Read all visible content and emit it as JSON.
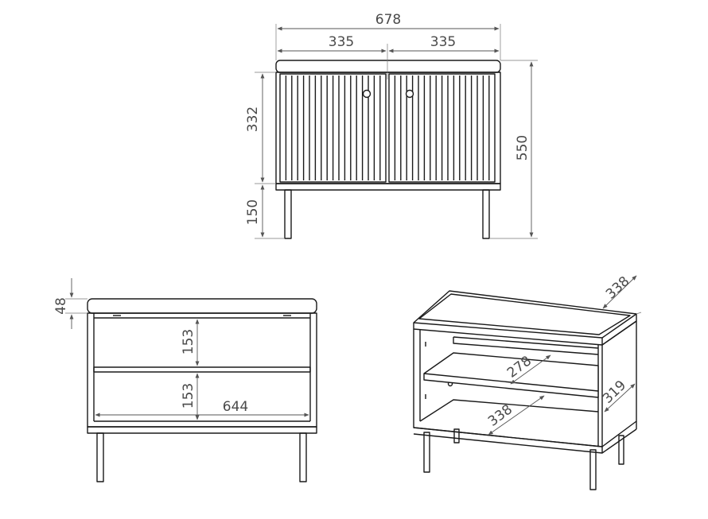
{
  "front_view": {
    "overall_width": "678",
    "left_door_width": "335",
    "right_door_width": "335",
    "body_height": "332",
    "total_height": "550",
    "leg_height": "150"
  },
  "interior_view": {
    "top_thickness": "48",
    "upper_shelf_height": "153",
    "lower_shelf_height": "153",
    "inner_width": "644"
  },
  "iso_view": {
    "top_depth": "338",
    "shelf_depth": "278",
    "side_depth": "319",
    "bottom_depth": "338"
  },
  "colors": {
    "line": "#1a1a1a",
    "dimension": "#4a4a4a"
  }
}
